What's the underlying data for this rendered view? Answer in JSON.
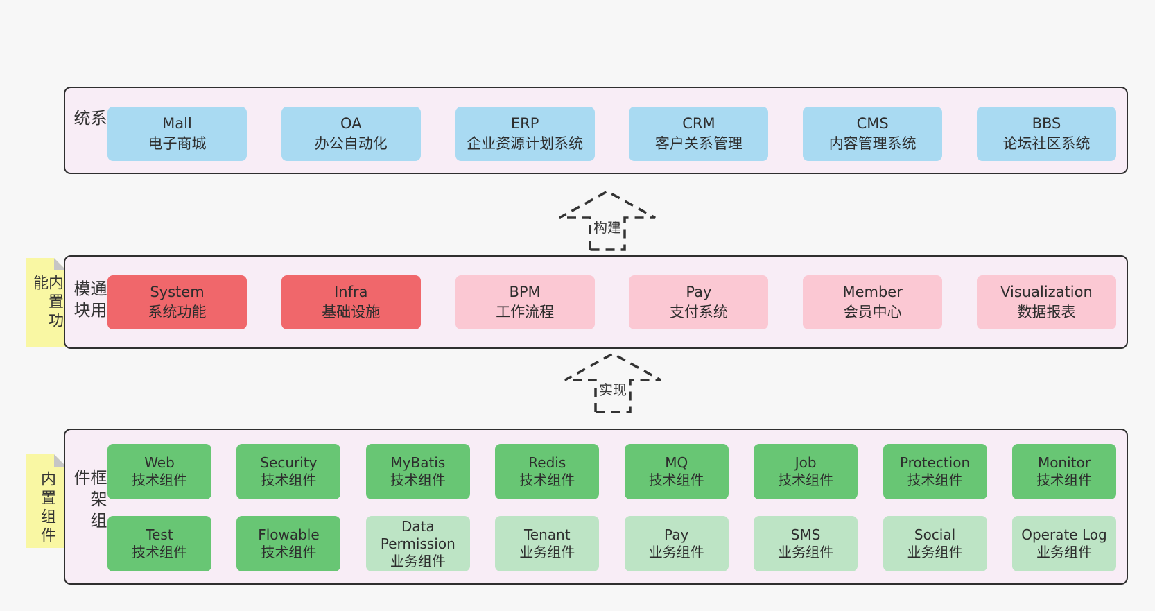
{
  "colors": {
    "page_bg": "#f7f7f7",
    "panel_bg": "#f8edf6",
    "panel_border": "#2f2f2f",
    "blue_box": "#a9daf2",
    "red_box": "#f0676b",
    "pink_box": "#fbc8d3",
    "green_box": "#68c674",
    "light_green_box": "#bde4c5",
    "note_yellow": "#f9f7a3",
    "note_fold_gray": "#c6c6c6",
    "text": "#333333"
  },
  "arrows": [
    {
      "label": "构建"
    },
    {
      "label": "实现"
    }
  ],
  "sections": [
    {
      "label": "业务系统",
      "boxes": [
        {
          "title": "Mall",
          "subtitle": "电子商城"
        },
        {
          "title": "OA",
          "subtitle": "办公自动化"
        },
        {
          "title": "ERP",
          "subtitle": "企业资源计划系统"
        },
        {
          "title": "CRM",
          "subtitle": "客户关系管理"
        },
        {
          "title": "CMS",
          "subtitle": "内容管理系统"
        },
        {
          "title": "BBS",
          "subtitle": "论坛社区系统"
        }
      ]
    },
    {
      "label": "通用模块",
      "note": "内置功能",
      "boxes": [
        {
          "title": "System",
          "subtitle": "系统功能"
        },
        {
          "title": "Infra",
          "subtitle": "基础设施"
        },
        {
          "title": "BPM",
          "subtitle": "工作流程"
        },
        {
          "title": "Pay",
          "subtitle": "支付系统"
        },
        {
          "title": "Member",
          "subtitle": "会员中心"
        },
        {
          "title": "Visualization",
          "subtitle": "数据报表"
        }
      ]
    },
    {
      "label": "框架组件",
      "note": "内置组件",
      "rows": [
        [
          {
            "title": "Web",
            "subtitle": "技术组件"
          },
          {
            "title": "Security",
            "subtitle": "技术组件"
          },
          {
            "title": "MyBatis",
            "subtitle": "技术组件"
          },
          {
            "title": "Redis",
            "subtitle": "技术组件"
          },
          {
            "title": "MQ",
            "subtitle": "技术组件"
          },
          {
            "title": "Job",
            "subtitle": "技术组件"
          },
          {
            "title": "Protection",
            "subtitle": "技术组件"
          },
          {
            "title": "Monitor",
            "subtitle": "技术组件"
          }
        ],
        [
          {
            "title": "Test",
            "subtitle": "技术组件"
          },
          {
            "title": "Flowable",
            "subtitle": "技术组件"
          },
          {
            "title": "Data Permission",
            "subtitle": "业务组件"
          },
          {
            "title": "Tenant",
            "subtitle": "业务组件"
          },
          {
            "title": "Pay",
            "subtitle": "业务组件"
          },
          {
            "title": "SMS",
            "subtitle": "业务组件"
          },
          {
            "title": "Social",
            "subtitle": "业务组件"
          },
          {
            "title": "Operate Log",
            "subtitle": "业务组件"
          }
        ]
      ]
    }
  ]
}
